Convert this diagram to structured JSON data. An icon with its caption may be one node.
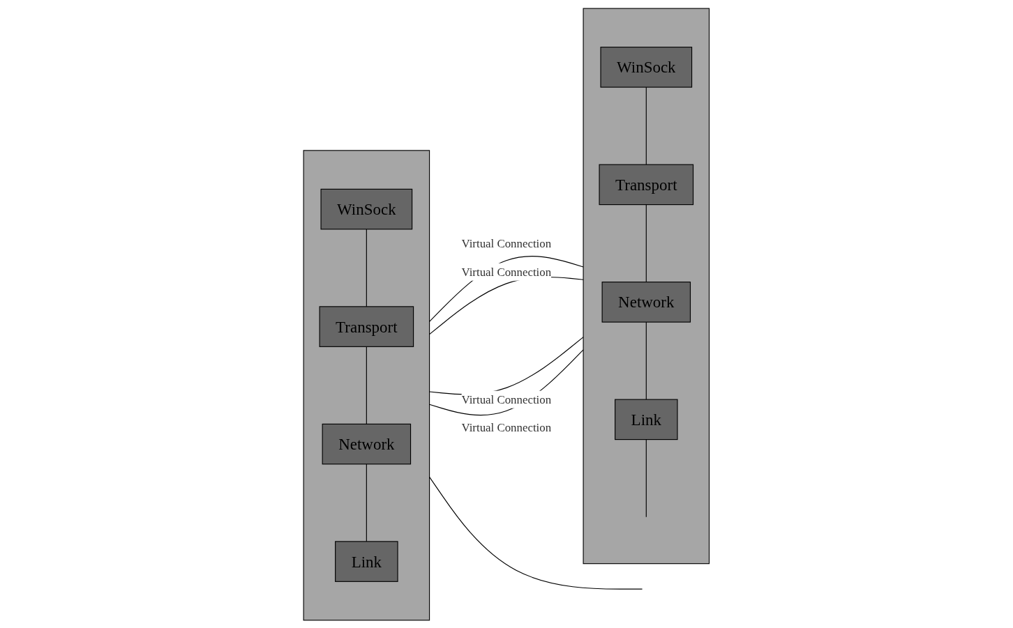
{
  "diagram": {
    "nodes": [
      {
        "text": [],
        "shape": "box"
      },
      {
        "text": [
          "WinSock"
        ],
        "in": 0
      },
      {
        "text": [
          "Transport"
        ],
        "in": 0
      },
      {
        "text": [
          "Network"
        ],
        "in": 0
      },
      {
        "text": [
          "Link"
        ],
        "in": 0
      },
      {
        "text": [],
        "shape": "box"
      },
      {
        "text": [
          "WinSock"
        ],
        "in": 5
      },
      {
        "text": [
          "Transport"
        ],
        "in": 5
      },
      {
        "text": [
          "Network"
        ],
        "in": 5
      },
      {
        "text": [
          "Link"
        ],
        "in": 5
      }
    ],
    "edges": [
      {
        "from": 1,
        "to": 2,
        "arrow": "none"
      },
      {
        "from": 2,
        "to": 3,
        "arrow": "none"
      },
      {
        "from": 3,
        "to": 4,
        "arrow": "none"
      },
      {
        "from": 6,
        "to": 7,
        "arrow": "none"
      },
      {
        "from": 7,
        "to": 8,
        "arrow": "none"
      },
      {
        "from": 8,
        "to": 9,
        "arrow": "none"
      },
      {
        "from": 0,
        "to": 5,
        "label": "Virtual Connection",
        "arrow": "none"
      },
      {
        "from": 0,
        "to": 5,
        "label": "Virtual Connection",
        "arrow": "none"
      },
      {
        "from": 0,
        "to": 5,
        "label": "Virtual Connection",
        "arrow": "none"
      },
      {
        "from": 0,
        "to": 5,
        "label": "Virtual Connection",
        "arrow": "none"
      },
      {
        "from": 0,
        "to": null,
        "arrow": "none"
      },
      {
        "from": 9,
        "to": null,
        "arrow": "none"
      }
    ]
  }
}
